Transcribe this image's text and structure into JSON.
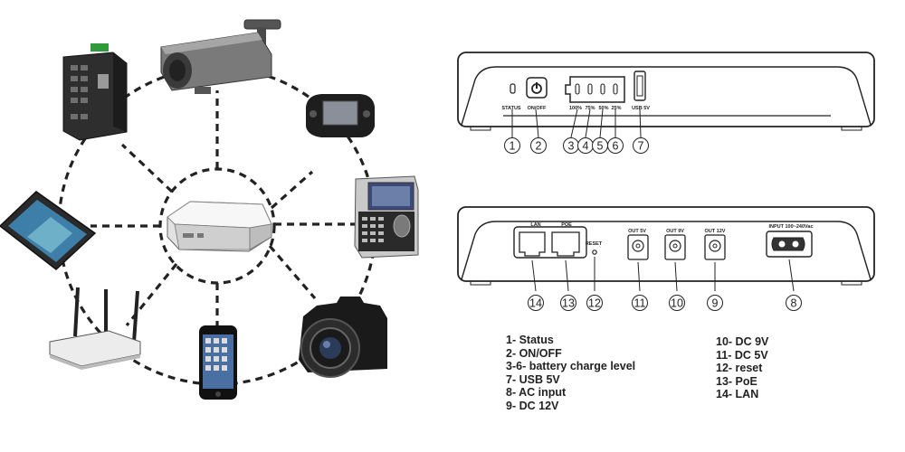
{
  "ports_top": [
    {
      "num": "1",
      "label": "STATUS"
    },
    {
      "num": "2",
      "label": "ON/OFF"
    },
    {
      "num": "3",
      "label": "100%"
    },
    {
      "num": "4",
      "label": "75%"
    },
    {
      "num": "5",
      "label": "50%"
    },
    {
      "num": "6",
      "label": "25%"
    },
    {
      "num": "7",
      "label": "USB 5V"
    }
  ],
  "ports_bottom": [
    {
      "num": "14",
      "label": "LAN"
    },
    {
      "num": "13",
      "label": "POE"
    },
    {
      "num": "12",
      "label": "RESET"
    },
    {
      "num": "11",
      "label": "OUT 5V"
    },
    {
      "num": "10",
      "label": "OUT 9V"
    },
    {
      "num": "9",
      "label": "OUT 12V"
    },
    {
      "num": "8",
      "label": "INPUT 100~240Vac"
    }
  ],
  "legend_left": [
    "1- Status",
    "2- ON/OFF",
    "3-6- battery charge level",
    "7- USB 5V",
    "8- AC input",
    "9- DC 12V"
  ],
  "legend_right": [
    "10- DC 9V",
    "11- DC 5V",
    "12- reset",
    "13- PoE",
    "14- LAN"
  ],
  "devices": [
    "network-switch-icon",
    "cctv-camera-icon",
    "handheld-game-console-icon",
    "fingerprint-terminal-icon",
    "dslr-camera-icon",
    "smartphone-icon",
    "wifi-router-icon",
    "tablet-icon",
    "power-bank-icon"
  ]
}
